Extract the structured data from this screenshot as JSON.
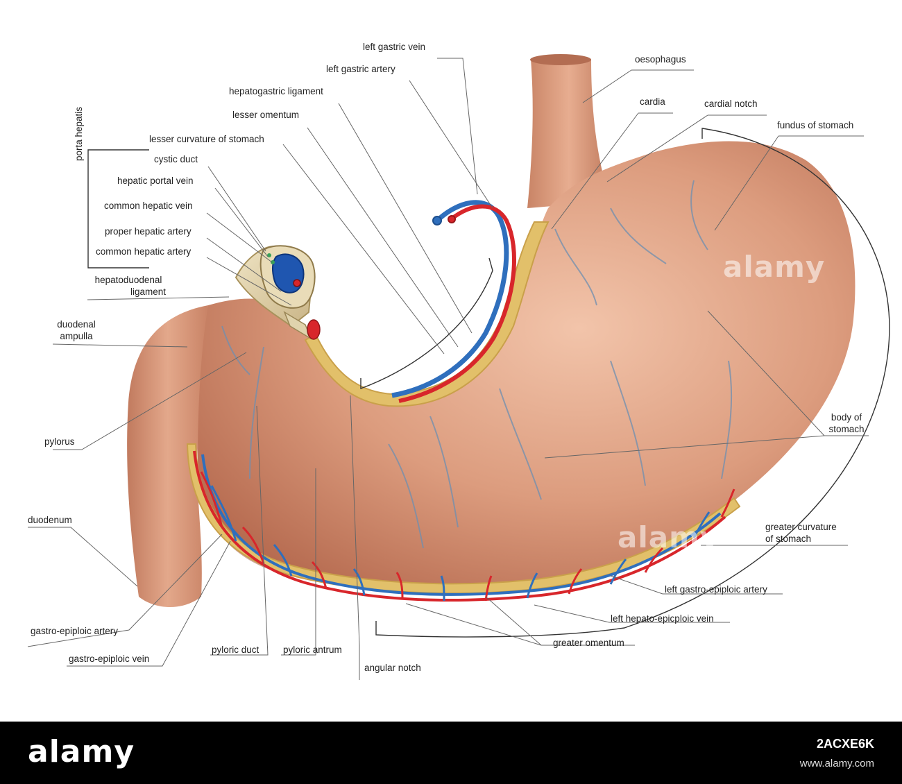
{
  "labels": {
    "left_gastric_vein": "left gastric vein",
    "left_gastric_artery": "left gastric artery",
    "hepatogastric_ligament": "hepatogastric ligament",
    "lesser_omentum": "lesser omentum",
    "lesser_curvature": "lesser curvature of stomach",
    "cystic_duct": "cystic duct",
    "hepatic_portal_vein": "hepatic portal vein",
    "common_hepatic_vein": "common hepatic vein",
    "proper_hepatic_artery": "proper hepatic artery",
    "common_hepatic_artery": "common hepatic artery",
    "hepatoduodenal_ligament_1": "hepatoduodenal",
    "hepatoduodenal_ligament_2": "ligament",
    "porta_hepatis": "porta hepatis",
    "duodenal_ampulla_1": "duodenal",
    "duodenal_ampulla_2": "ampulla",
    "pylorus": "pylorus",
    "duodenum": "duodenum",
    "gastro_epiploic_artery": "gastro-epiploic artery",
    "gastro_epiploic_vein": "gastro-epiploic vein",
    "pyloric_duct": "pyloric duct",
    "pyloric_antrum": "pyloric antrum",
    "angular_notch": "angular notch",
    "greater_omentum": "greater omentum",
    "left_hepato_epicploic_vein": "left hepato-epicploic vein",
    "left_gastro_epiploic_artery": "left gastro-epiploic artery",
    "greater_curvature_1": "greater curvature",
    "greater_curvature_2": "of stomach",
    "body_of_stomach_1": "body of",
    "body_of_stomach_2": "stomach",
    "fundus_of_stomach": "fundus of stomach",
    "cardial_notch": "cardial notch",
    "cardia": "cardia",
    "oesophagus": "oesophagus"
  },
  "watermark": "alamy",
  "footer": {
    "logo": "alamy",
    "image_id": "2ACXE6K",
    "url": "www.alamy.com"
  },
  "colors": {
    "stomach": "#d9987a",
    "stomach_shadow": "#b9735a",
    "fat": "#e3c26a",
    "artery": "#d8262b",
    "vein": "#2f6fbd",
    "ligament": "#e6d9b3",
    "leader_line": "#666666"
  }
}
